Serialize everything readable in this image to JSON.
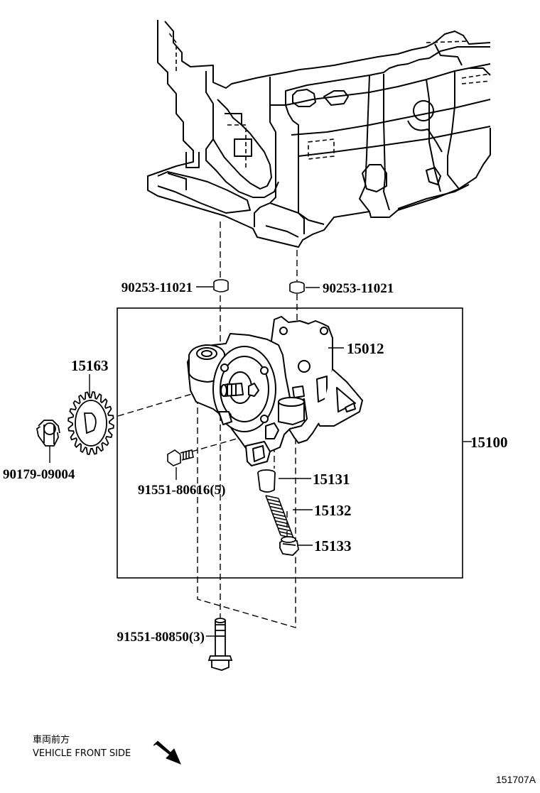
{
  "parts": {
    "dowel_left": "90253-11021",
    "dowel_right": "90253-11021",
    "pump_housing": "15012",
    "sprocket": "15163",
    "nut": "90179-09004",
    "pump_assembly": "15100",
    "small_bolt": "91551-80616(5)",
    "relief_valve": "15131",
    "spring": "15132",
    "plug": "15133",
    "long_bolt": "91551-80850(3)"
  },
  "footer": {
    "front_side_jp": "車両前方",
    "front_side_en": "VEHICLE FRONT SIDE",
    "figure_code": "151707A"
  }
}
